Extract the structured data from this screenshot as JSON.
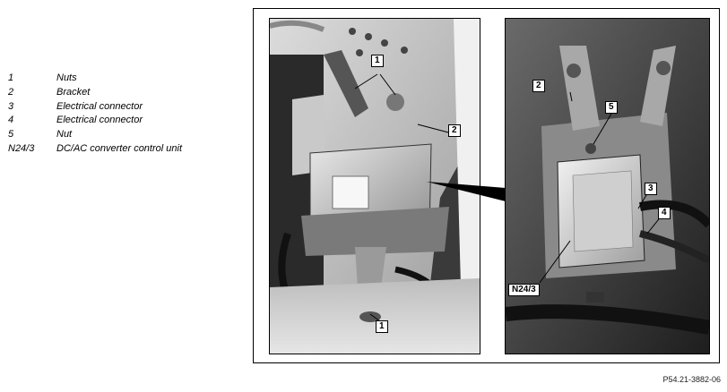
{
  "legend": [
    {
      "code": "1",
      "text": "Nuts"
    },
    {
      "code": "2",
      "text": "Bracket"
    },
    {
      "code": "3",
      "text": "Electrical connector"
    },
    {
      "code": "4",
      "text": "Electrical connector"
    },
    {
      "code": "5",
      "text": "Nut"
    },
    {
      "code": "N24/3",
      "text": "DC/AC converter control unit"
    }
  ],
  "callouts": {
    "main_1_top": "1",
    "main_2": "2",
    "main_1_bottom": "1",
    "detail_2": "2",
    "detail_5": "5",
    "detail_3": "3",
    "detail_4": "4",
    "detail_n24": "N24/3"
  },
  "document_id": "P54.21-3882-06"
}
